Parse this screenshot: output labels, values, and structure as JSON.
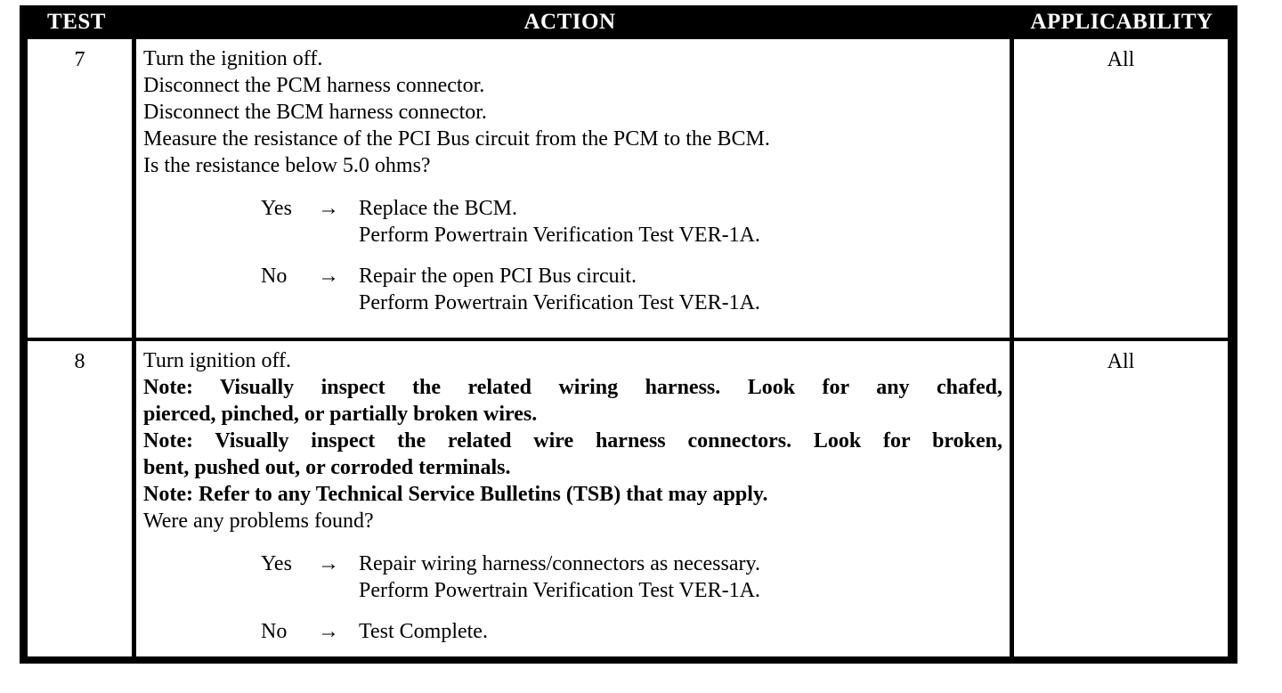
{
  "table": {
    "headers": {
      "test": "TEST",
      "action": "ACTION",
      "applicability": "APPLICABILITY"
    },
    "rows": [
      {
        "test": "7",
        "applicability": "All",
        "steps": [
          "Turn the ignition off.",
          "Disconnect the PCM harness connector.",
          "Disconnect the BCM harness connector.",
          "Measure the resistance of the PCI Bus circuit from the PCM to the BCM.",
          "Is the resistance below 5.0 ohms?"
        ],
        "branches": [
          {
            "label": "Yes",
            "arrow": "→",
            "lines": [
              "Replace the BCM.",
              "Perform Powertrain Verification Test VER-1A."
            ]
          },
          {
            "label": "No",
            "arrow": "→",
            "lines": [
              "Repair the open PCI Bus circuit.",
              "Perform Powertrain Verification Test VER-1A."
            ]
          }
        ]
      },
      {
        "test": "8",
        "applicability": "All",
        "steps": [
          "Turn ignition off."
        ],
        "notes": [
          "Note: Visually inspect the related wiring harness. Look for any chafed,",
          "pierced, pinched, or partially broken wires.",
          "Note: Visually inspect the related wire harness connectors. Look for broken,",
          "bent, pushed out, or corroded terminals.",
          "Note: Refer to any Technical Service Bulletins (TSB) that may apply."
        ],
        "question": "Were any problems found?",
        "branches": [
          {
            "label": "Yes",
            "arrow": "→",
            "lines": [
              "Repair wiring harness/connectors as necessary.",
              "Perform Powertrain Verification Test VER-1A."
            ]
          },
          {
            "label": "No",
            "arrow": "→",
            "lines": [
              "Test Complete."
            ]
          }
        ]
      }
    ]
  },
  "colors": {
    "header_background": "#000000",
    "header_text": "#ffffff",
    "body_text": "#000000",
    "page_background": "#ffffff",
    "rule": "#000000"
  }
}
